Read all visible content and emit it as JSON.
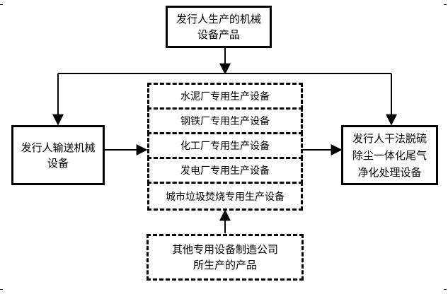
{
  "top_box": {
    "line1": "发行人生产的机械",
    "line2": "设备产品"
  },
  "left_box": {
    "line1": "发行人输送机械",
    "line2": "设备"
  },
  "right_box": {
    "line1": "发行人干法脱硫",
    "line2": "除尘一体化尾气",
    "line3": "净化处理设备"
  },
  "middle_stack": [
    "水泥厂专用生产设备",
    "钢铁厂专用生产设备",
    "化工厂专用生产设备",
    "发电厂专用生产设备",
    "城市垃圾焚烧专用生产设备"
  ],
  "bottom_box": {
    "line1": "其他专用设备制造公司",
    "line2": "所生产的产品"
  }
}
